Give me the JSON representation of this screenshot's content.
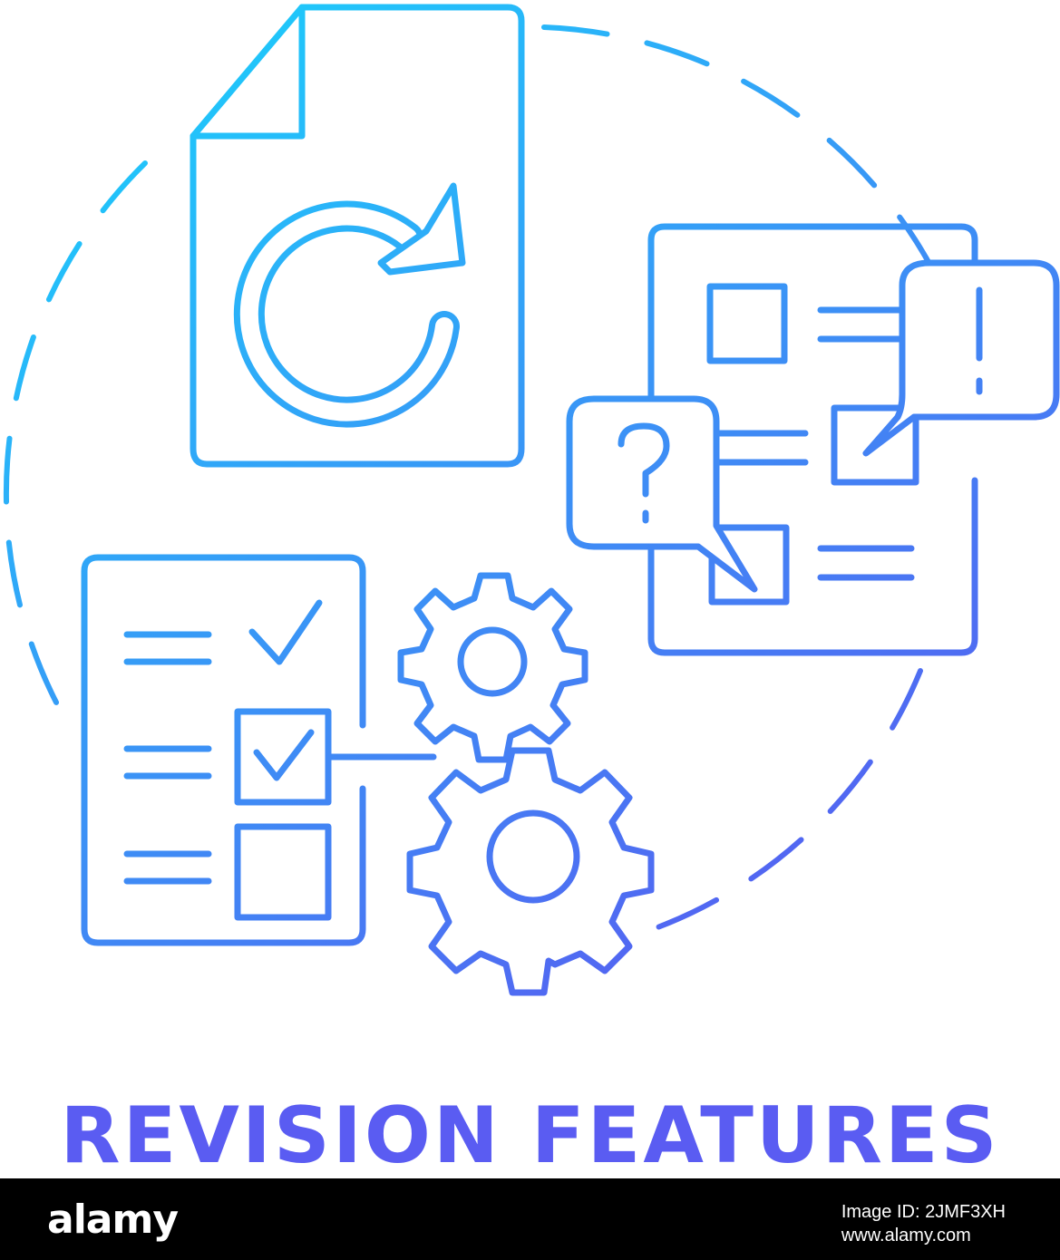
{
  "caption": {
    "title": "REVISION FEATURES"
  },
  "icons": {
    "document_refresh": "document-refresh-icon",
    "feedback_document": "feedback-document-icon",
    "question_bubble": "question-bubble-icon",
    "exclamation_bubble": "exclamation-bubble-icon",
    "checklist": "checklist-icon",
    "gears": "gears-icon",
    "question_mark": "?"
  },
  "colors": {
    "gradient_start": "#1ccdfb",
    "gradient_end": "#5b55f0",
    "caption_color": "#5a5cf2",
    "stock_bar_bg": "#000000",
    "stock_text": "#ffffff"
  },
  "watermark": {
    "logo": "alamy",
    "image_id_label": "Image ID: 2JMF3XH",
    "site": "www.alamy.com"
  }
}
